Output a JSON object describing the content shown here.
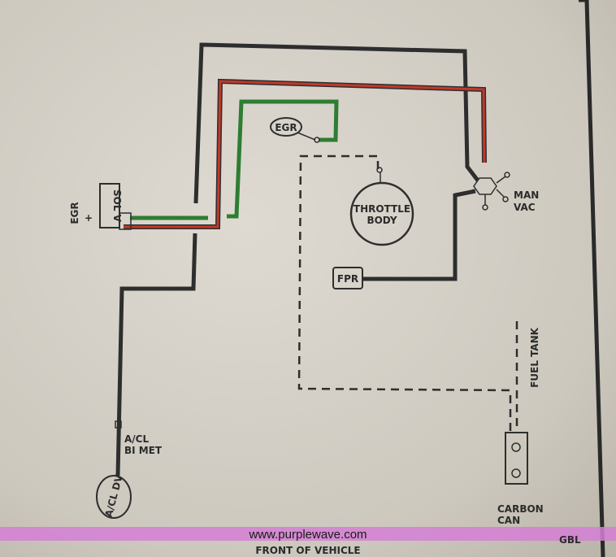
{
  "diagram": {
    "labels": {
      "egr_left": "EGR",
      "plus": "+",
      "sol_v": "SOL V",
      "egr_valve": "EGR",
      "throttle_line1": "THROTTLE",
      "throttle_line2": "BODY",
      "man_line1": "MAN",
      "man_line2": "VAC",
      "fpr": "FPR",
      "fuel_tank": "FUEL TANK",
      "acl_line1": "A/CL",
      "acl_line2": "BI MET",
      "acl_dv": "A/CL DV",
      "carbon_line1": "CARBON",
      "carbon_line2": "CAN",
      "front": "FRONT OF VEHICLE",
      "corner_code": "GBL"
    },
    "colors": {
      "black_hose": "#2e2e2e",
      "red_hose": "#c0392b",
      "green_hose": "#2e7d32",
      "watermark_band": "#d47fd4"
    }
  },
  "watermark": "www.purplewave.com"
}
